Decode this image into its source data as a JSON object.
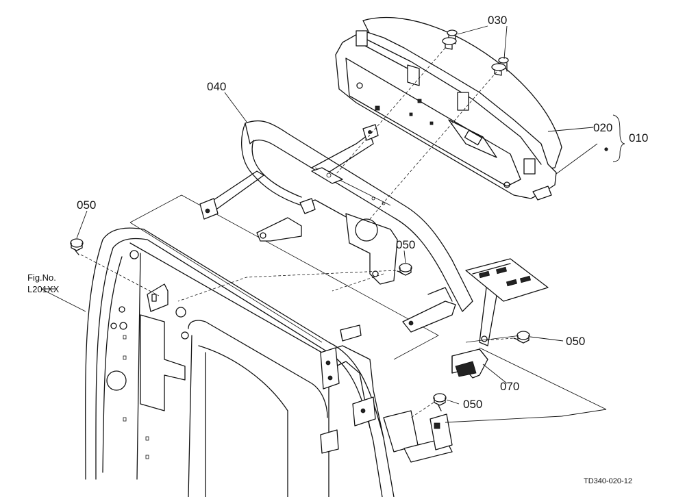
{
  "callouts": {
    "c030": "030",
    "c040": "040",
    "c020": "020",
    "c010": "010",
    "c050_left": "050",
    "c050_mid": "050",
    "c050_right": "050",
    "c050_bottom": "050",
    "c070": "070"
  },
  "figref": {
    "line1": "Fig.No.",
    "line2": "L201XX"
  },
  "drawing_code": "TD340-020-12"
}
